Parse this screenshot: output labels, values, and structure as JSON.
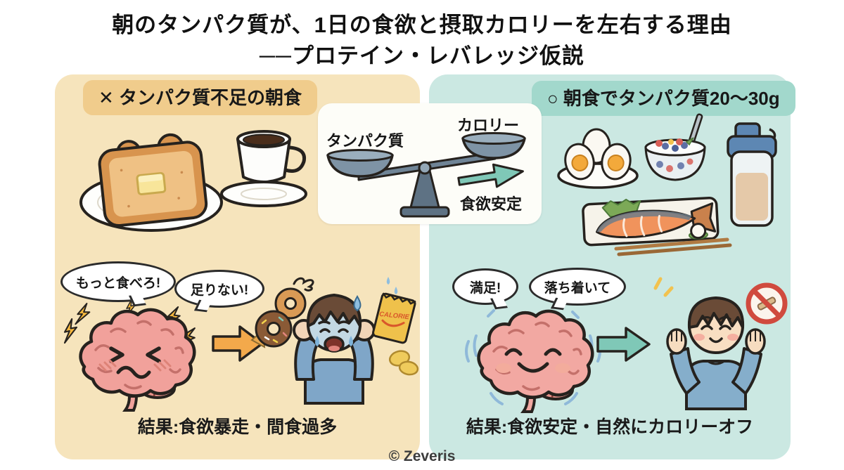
{
  "title": {
    "line1": "朝のタンパク質が、1日の食欲と摂取カロリーを左右する理由",
    "line2": "──プロテイン・レバレッジ仮説"
  },
  "center_scale": {
    "left_pan_label": "タンパク質",
    "right_pan_label": "カロリー",
    "arrow_label": "食欲安定"
  },
  "left_panel": {
    "header": "✕ タンパク質不足の朝食",
    "bubble1": "もっと食べろ!",
    "bubble2": "足りない!",
    "snack_bag_label": "CALORIE",
    "result": "結果:食欲暴走・間食過多"
  },
  "right_panel": {
    "header": "○ 朝食でタンパク質20〜30g",
    "bubble1": "満足!",
    "bubble2": "落ち着いて",
    "result": "結果:食欲安定・自然にカロリーオフ"
  },
  "footer": {
    "copyright": "© Zeveris"
  },
  "colors": {
    "left_panel_bg": "#F6E4BC",
    "left_badge_bg": "#F0CC8C",
    "right_panel_bg": "#CBE8E2",
    "right_badge_bg": "#A2D8CC",
    "scale_card_bg": "#FDFDF8",
    "negative_arrow": "#F3A94B",
    "positive_arrow": "#7FC8B7",
    "brain_pink": "#F1A19B",
    "lightning_yellow": "#F6B83E",
    "calm_blue": "#8FB9D9",
    "prohibition_red": "#D04A3E",
    "text_dark": "#1C1C1C"
  }
}
